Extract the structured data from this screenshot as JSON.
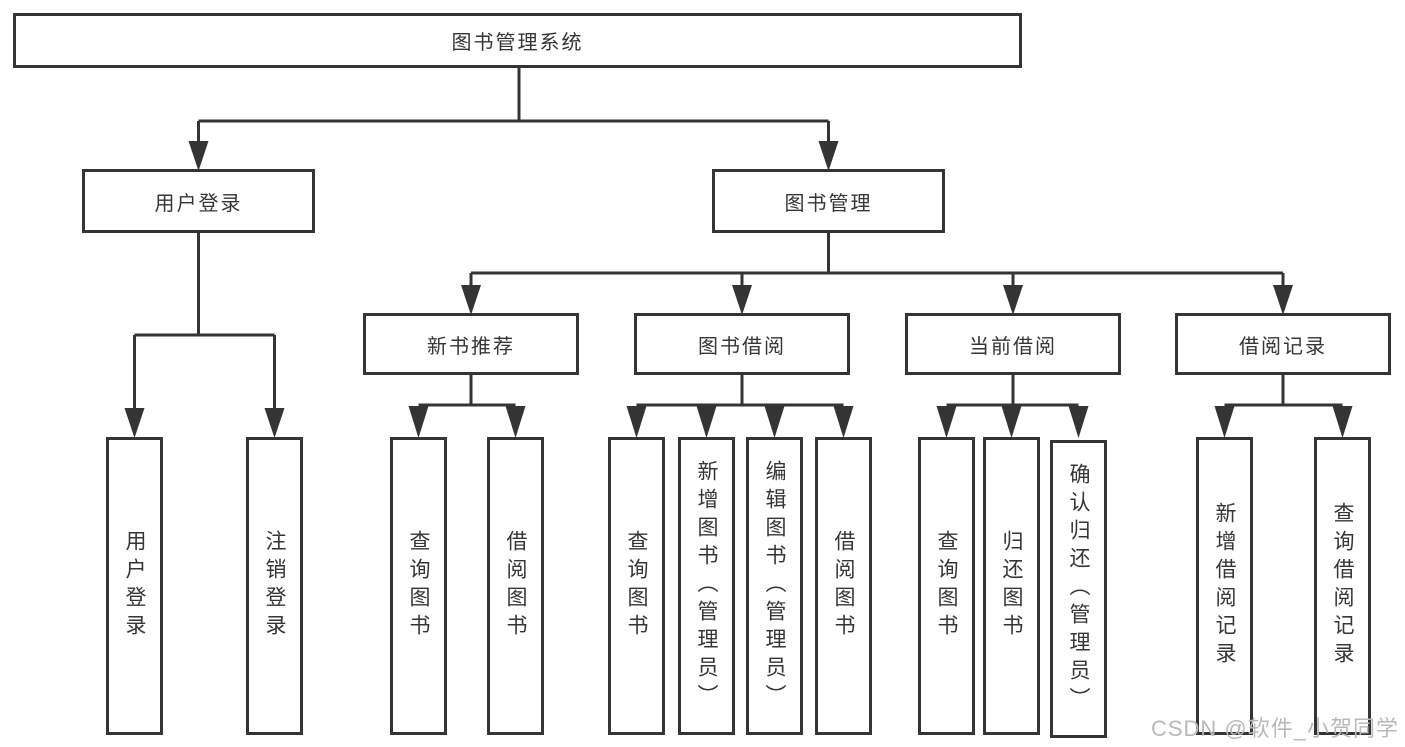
{
  "diagram": {
    "root": {
      "label": "图书管理系统"
    },
    "branches": {
      "user_login": {
        "label": "用户登录",
        "children": [
          "用户登录",
          "注销登录"
        ]
      },
      "book_mgmt": {
        "label": "图书管理",
        "sections": [
          {
            "label": "新书推荐",
            "children": [
              "查询图书",
              "借阅图书"
            ]
          },
          {
            "label": "图书借阅",
            "children": [
              "查询图书",
              "新增图书（管理员）",
              "编辑图书（管理员）",
              "借阅图书"
            ]
          },
          {
            "label": "当前借阅",
            "children": [
              "查询图书",
              "归还图书",
              "确认归还（管理员）"
            ]
          },
          {
            "label": "借阅记录",
            "children": [
              "新增借阅记录",
              "查询借阅记录"
            ]
          }
        ]
      }
    }
  },
  "watermark": {
    "text": "CSDN @软件_小贺同学"
  },
  "colors": {
    "line": "#343434",
    "text": "#353535",
    "watermark": "#b9b9b9"
  }
}
